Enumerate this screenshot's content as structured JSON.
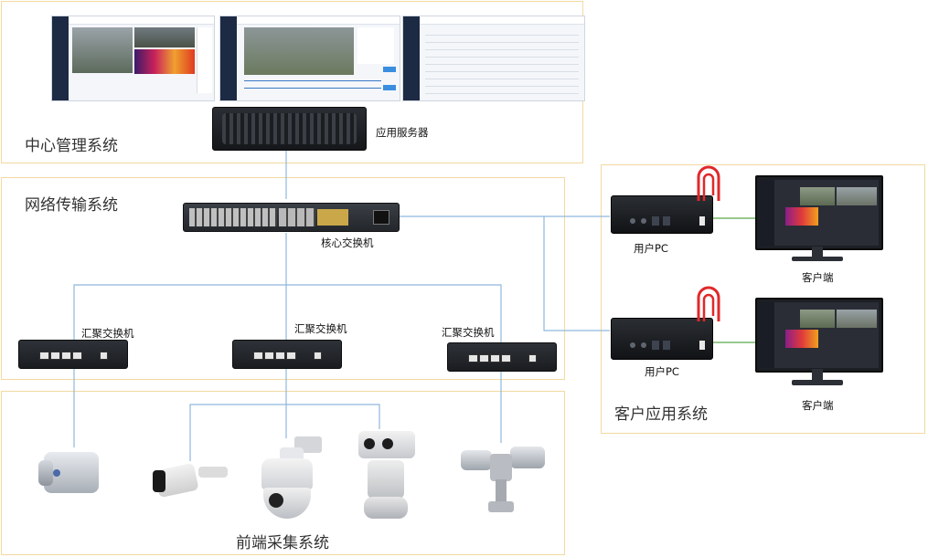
{
  "zones": {
    "center": "中心管理系统",
    "network": "网络传输系统",
    "client": "客户应用系统",
    "frontend": "前端采集系统"
  },
  "devices": {
    "app_server": "应用服务器",
    "core_switch": "核心交换机",
    "agg_switch_1": "汇聚交换机",
    "agg_switch_2": "汇聚交换机",
    "agg_switch_3": "汇聚交换机",
    "user_pc_1": "用户PC",
    "user_pc_2": "用户PC",
    "client_1": "客户端",
    "client_2": "客户端"
  },
  "colors": {
    "zone_border": "#f2d9a0",
    "wire": "#8fb7dc",
    "green_wire": "#5aa84a",
    "lock_red": "#e0282a"
  }
}
